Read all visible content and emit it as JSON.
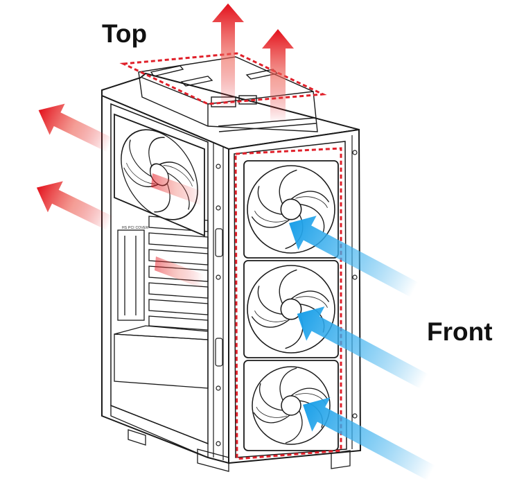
{
  "labels": {
    "top": "Top",
    "front": "Front"
  },
  "case_markings": {
    "slot_cover_label": "HS PCI COVER"
  },
  "colors": {
    "exhaust_arrow": "#e3101b",
    "intake_arrow": "#1a9fe8",
    "airflow_zone_outline": "#e0202a",
    "line_art": "#1a1a1a"
  },
  "icons": {
    "exhaust": "red-gradient-arrow-icon",
    "intake": "blue-gradient-arrow-icon",
    "fan": "fan-icon"
  },
  "airflow": {
    "exhaust_directions": [
      "up",
      "up",
      "left",
      "left"
    ],
    "intake_direction": "front-to-back",
    "front_fan_count": 3,
    "rear_fan_count": 1
  }
}
